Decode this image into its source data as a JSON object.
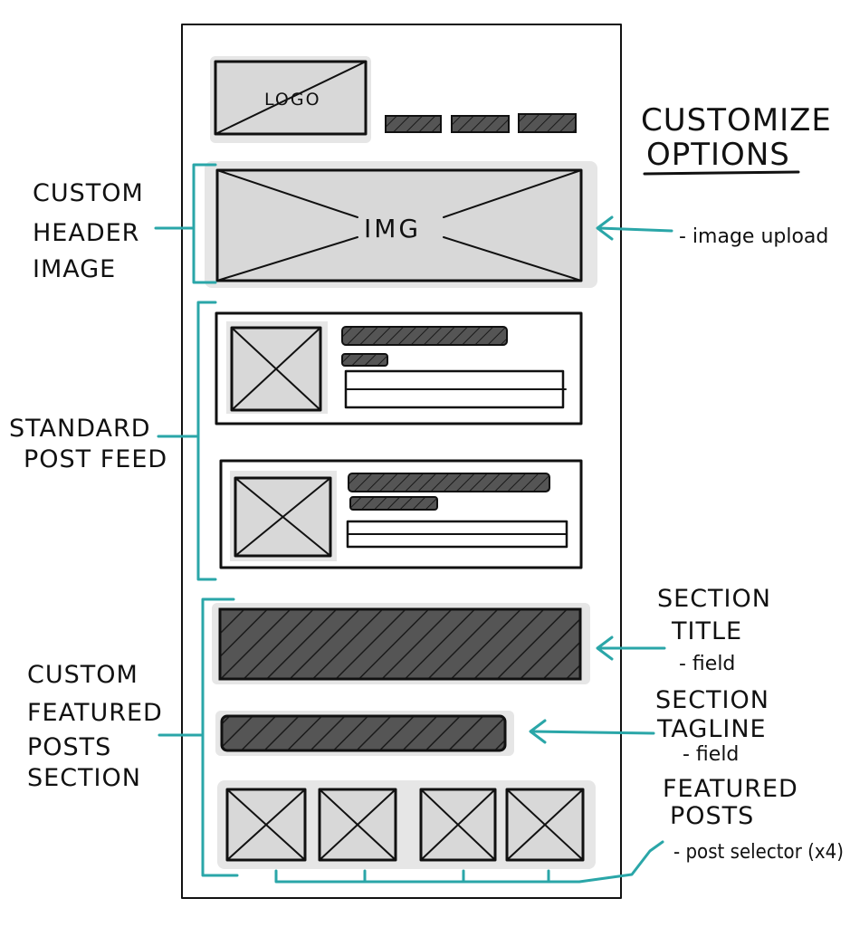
{
  "colors": {
    "ink": "#111111",
    "accent": "#2aa6a8",
    "placeholder_fill": "#d8d8d8",
    "dark_block": "#555555"
  },
  "wireframe": {
    "logo_label": "LOGO",
    "header_image_label": "IMG"
  },
  "left_labels": {
    "custom_header_image": [
      "CUSTOM",
      "HEADER",
      "IMAGE"
    ],
    "standard_post_feed": [
      "STANDARD",
      "POST FEED"
    ],
    "custom_featured_posts_section": [
      "CUSTOM",
      "FEATURED",
      "POSTS",
      "SECTION"
    ]
  },
  "right_labels": {
    "title": [
      "CUSTOMIZE",
      "OPTIONS"
    ],
    "image_upload": "- image upload",
    "section_title": [
      "SECTION",
      "TITLE"
    ],
    "section_title_note": "- field",
    "section_tagline": [
      "SECTION",
      "TAGLINE"
    ],
    "section_tagline_note": "- field",
    "featured_posts": [
      "FEATURED",
      "POSTS"
    ],
    "featured_posts_note": "- post selector (x4)"
  }
}
